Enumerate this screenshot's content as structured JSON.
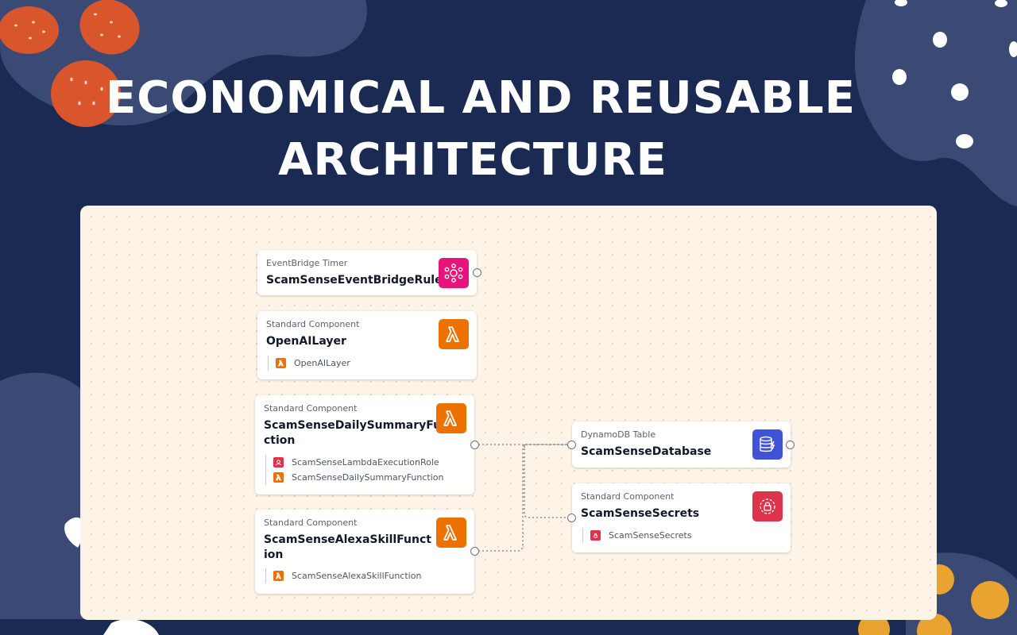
{
  "title": {
    "line1": "ECONOMICAL AND REUSABLE",
    "line2": "ARCHITECTURE"
  },
  "colors": {
    "background": "#1b2a52",
    "blob": "#3a4a74",
    "accent_red": "#d9552c",
    "accent_yellow": "#e8a330",
    "canvas": "#fdf3e7",
    "eventbridge": "#e7157b",
    "lambda": "#ed7100",
    "dynamodb": "#4053d6",
    "secrets": "#dd344c"
  },
  "nodes": {
    "eventbridge_rule": {
      "type": "EventBridge Timer",
      "name": "ScamSenseEventBridgeRule",
      "icon": "eventbridge-icon"
    },
    "openai_layer": {
      "type": "Standard Component",
      "name": "OpenAILayer",
      "icon": "lambda-icon",
      "resources": [
        {
          "icon": "lambda-icon",
          "label": "OpenAILayer"
        }
      ]
    },
    "daily_summary": {
      "type": "Standard Component",
      "name_line1": "ScamSenseDailySummaryFun",
      "name_line2": "ction",
      "icon": "lambda-icon",
      "resources": [
        {
          "icon": "iam-role-icon",
          "label": "ScamSenseLambdaExecutionRole"
        },
        {
          "icon": "lambda-icon",
          "label": "ScamSenseDailySummaryFunction"
        }
      ]
    },
    "alexa_skill": {
      "type": "Standard Component",
      "name_line1": "ScamSenseAlexaSkillFunct",
      "name_line2": "ion",
      "icon": "lambda-icon",
      "resources": [
        {
          "icon": "lambda-icon",
          "label": "ScamSenseAlexaSkillFunction"
        }
      ]
    },
    "database": {
      "type": "DynamoDB Table",
      "name": "ScamSenseDatabase",
      "icon": "dynamodb-icon"
    },
    "secrets": {
      "type": "Standard Component",
      "name": "ScamSenseSecrets",
      "icon": "secrets-manager-icon",
      "resources": [
        {
          "icon": "secrets-manager-icon",
          "label": "ScamSenseSecrets"
        }
      ]
    }
  }
}
